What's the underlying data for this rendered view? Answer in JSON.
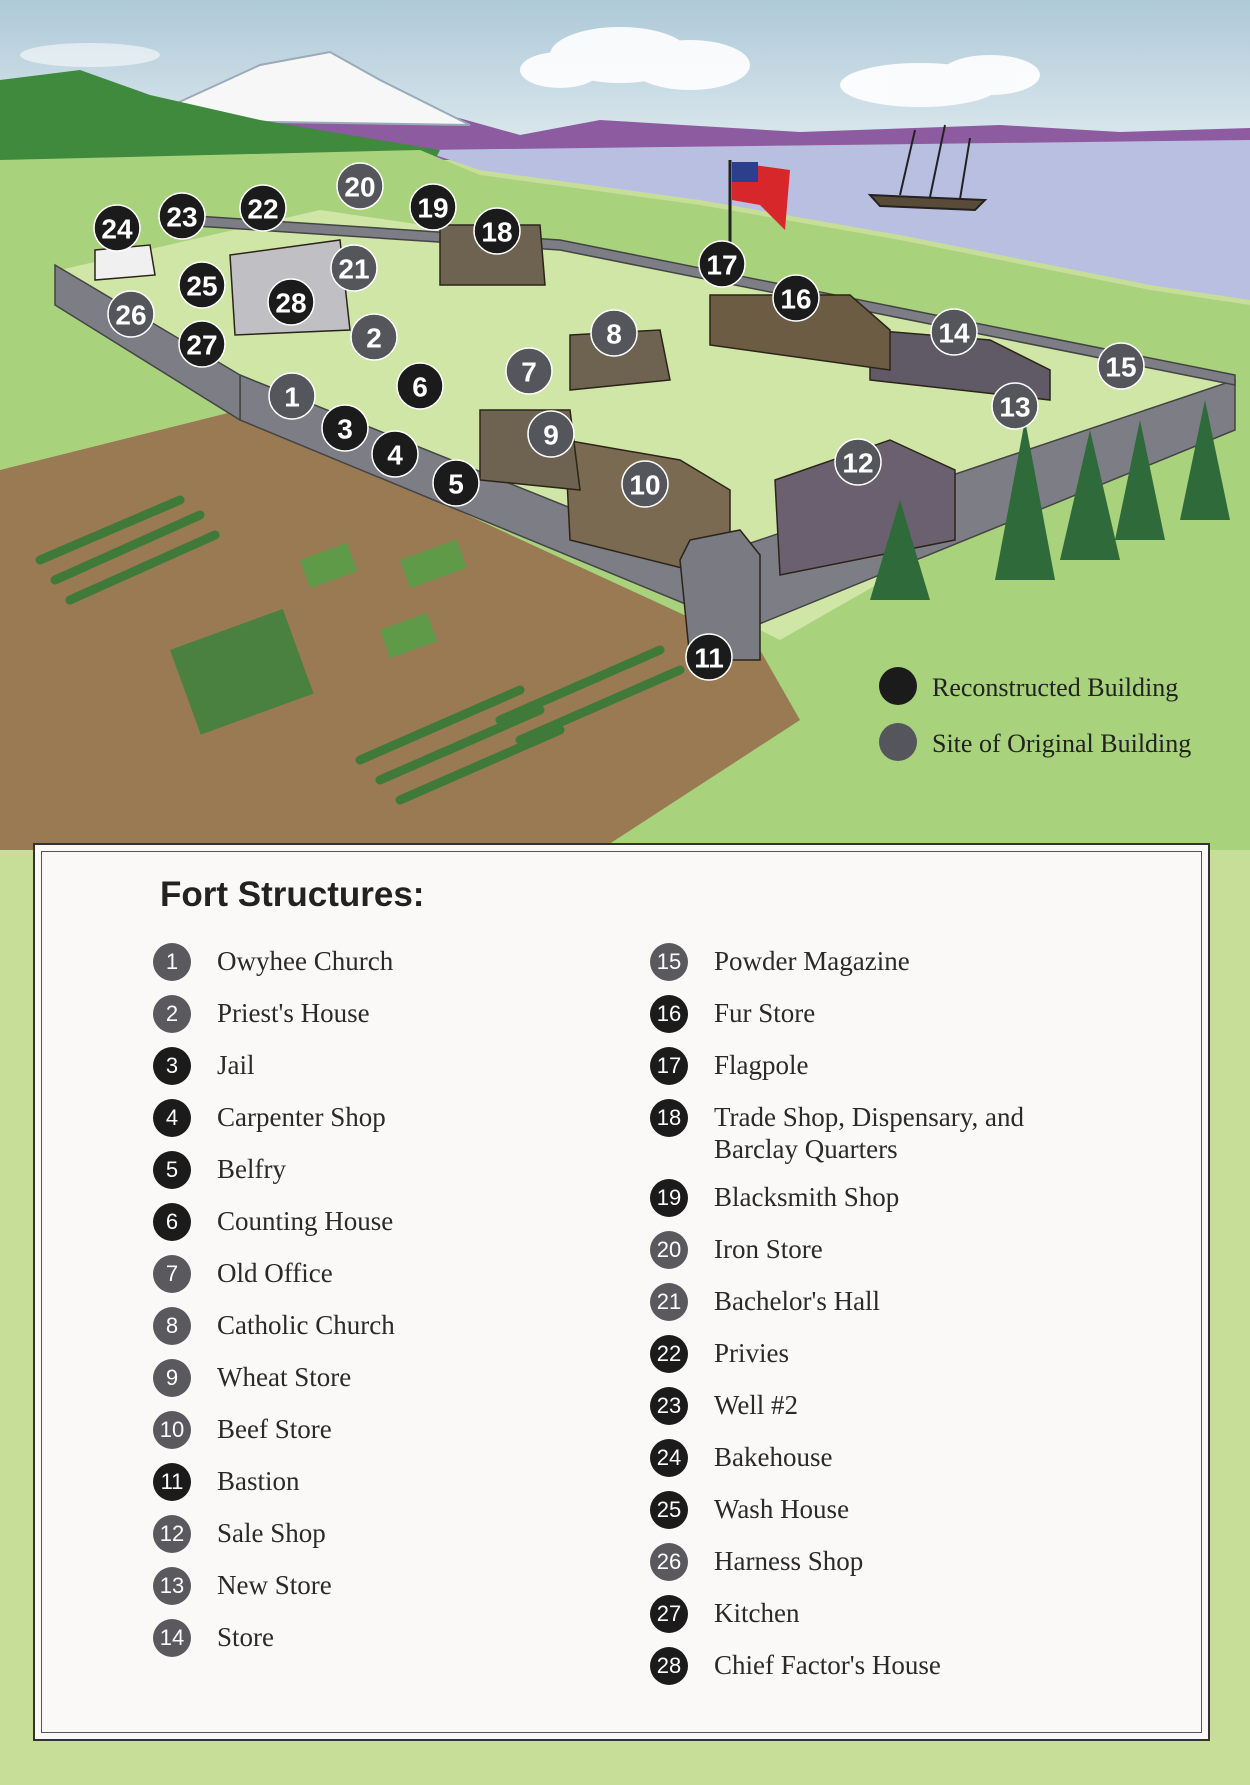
{
  "legend": {
    "reconstructed_label": "Reconstructed Building",
    "original_label": "Site of Original Building",
    "reconstructed_color": "#1b1b1b",
    "original_color": "#55565c"
  },
  "panel": {
    "title": "Fort Structures:"
  },
  "structures": [
    {
      "num": "1",
      "name": "Owyhee Church",
      "type": "original"
    },
    {
      "num": "2",
      "name": "Priest's House",
      "type": "original"
    },
    {
      "num": "3",
      "name": "Jail",
      "type": "reconstructed"
    },
    {
      "num": "4",
      "name": "Carpenter Shop",
      "type": "reconstructed"
    },
    {
      "num": "5",
      "name": "Belfry",
      "type": "reconstructed"
    },
    {
      "num": "6",
      "name": "Counting House",
      "type": "reconstructed"
    },
    {
      "num": "7",
      "name": "Old Office",
      "type": "original"
    },
    {
      "num": "8",
      "name": "Catholic Church",
      "type": "original"
    },
    {
      "num": "9",
      "name": "Wheat Store",
      "type": "original"
    },
    {
      "num": "10",
      "name": "Beef Store",
      "type": "original"
    },
    {
      "num": "11",
      "name": "Bastion",
      "type": "reconstructed"
    },
    {
      "num": "12",
      "name": "Sale Shop",
      "type": "original"
    },
    {
      "num": "13",
      "name": "New Store",
      "type": "original"
    },
    {
      "num": "14",
      "name": "Store",
      "type": "original"
    },
    {
      "num": "15",
      "name": "Powder Magazine",
      "type": "original"
    },
    {
      "num": "16",
      "name": "Fur Store",
      "type": "reconstructed"
    },
    {
      "num": "17",
      "name": "Flagpole",
      "type": "reconstructed"
    },
    {
      "num": "18",
      "name": "Trade Shop, Dispensary, and Barclay Quarters",
      "type": "reconstructed"
    },
    {
      "num": "19",
      "name": "Blacksmith Shop",
      "type": "reconstructed"
    },
    {
      "num": "20",
      "name": "Iron Store",
      "type": "original"
    },
    {
      "num": "21",
      "name": "Bachelor's Hall",
      "type": "original"
    },
    {
      "num": "22",
      "name": "Privies",
      "type": "reconstructed"
    },
    {
      "num": "23",
      "name": "Well #2",
      "type": "reconstructed"
    },
    {
      "num": "24",
      "name": "Bakehouse",
      "type": "reconstructed"
    },
    {
      "num": "25",
      "name": "Wash House",
      "type": "reconstructed"
    },
    {
      "num": "26",
      "name": "Harness Shop",
      "type": "original"
    },
    {
      "num": "27",
      "name": "Kitchen",
      "type": "reconstructed"
    },
    {
      "num": "28",
      "name": "Chief Factor's House",
      "type": "reconstructed"
    }
  ]
}
